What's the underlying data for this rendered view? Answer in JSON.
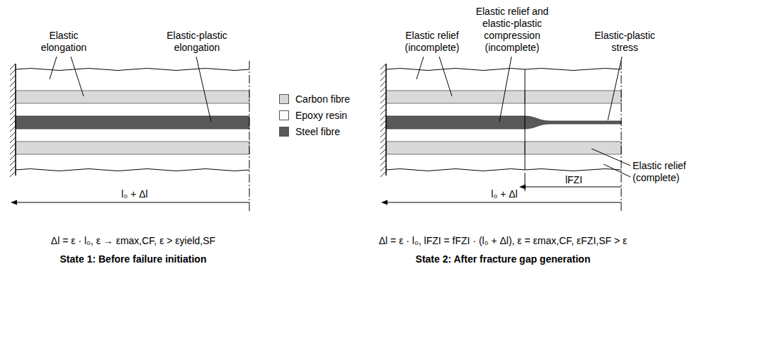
{
  "diagram": {
    "labels": [
      "Elastic elongation",
      "Elastic-plastic elongation",
      "l₀ + Δl",
      "Δl = ε · l₀, ε → εmax,CF, ε > εyield,SF",
      "State 1: Before failure initiation",
      "Elastic relief (incomplete)",
      "Elastic relief and elastic-plastic compression (incomplete)",
      "Elastic-plastic stress",
      "Elastic relief (complete)",
      "lFZI",
      "l₀ + Δl",
      "Δl = ε · l₀, lFZI = fFZI · (l₀ + Δl), ε = εmax,CF, εFZI,SF > ε",
      "State 2: After fracture gap generation"
    ],
    "legend": [
      {
        "text": "Carbon fibre",
        "color": "#d9d9d9"
      },
      {
        "text": "Epoxy resin",
        "color": "#ffffff"
      },
      {
        "text": "Steel fibre",
        "color": "#595959"
      }
    ]
  }
}
